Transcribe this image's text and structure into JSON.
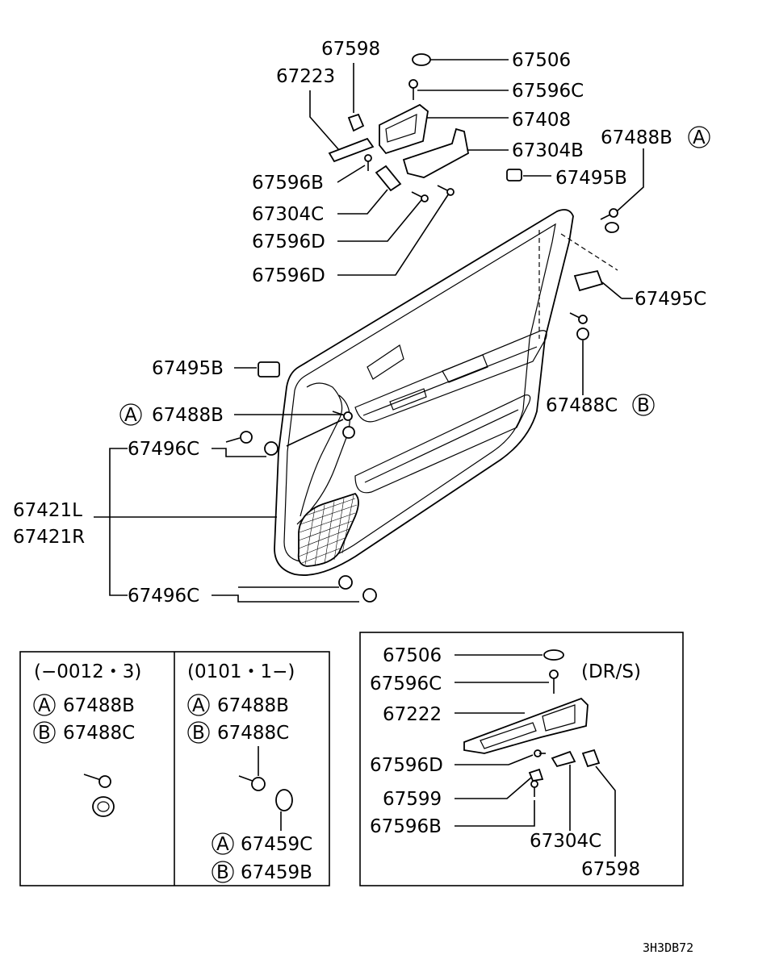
{
  "main": {
    "labels": {
      "l67598": "67598",
      "l67506": "67506",
      "l67223": "67223",
      "l67596C": "67596C",
      "l67408": "67408",
      "l67304B": "67304B",
      "l67488B_top": "67488B",
      "l67596B": "67596B",
      "l67495B_top": "67495B",
      "l67304C": "67304C",
      "l67596D_1": "67596D",
      "l67596D_2": "67596D",
      "l67495C": "67495C",
      "l67495B_left": "67495B",
      "l67488C": "67488C",
      "l67488B_left": "67488B",
      "l67496C_1": "67496C",
      "l67421L": "67421L",
      "l67421R": "67421R",
      "l67496C_2": "67496C"
    },
    "markers": {
      "a": "A",
      "b": "B"
    }
  },
  "box_left": {
    "header1": "(−0012・3)",
    "header2": "(0101・1−)",
    "a1": "67488B",
    "b1": "67488C",
    "a2": "67488B",
    "b2": "67488C",
    "a3": "67459C",
    "b3": "67459B"
  },
  "box_right": {
    "header": "(DR/S)",
    "l67506": "67506",
    "l67596C": "67596C",
    "l67222": "67222",
    "l67596D": "67596D",
    "l67599": "67599",
    "l67596B": "67596B",
    "l67304C": "67304C",
    "l67598": "67598"
  },
  "footer": {
    "code": "3H3DB72"
  }
}
